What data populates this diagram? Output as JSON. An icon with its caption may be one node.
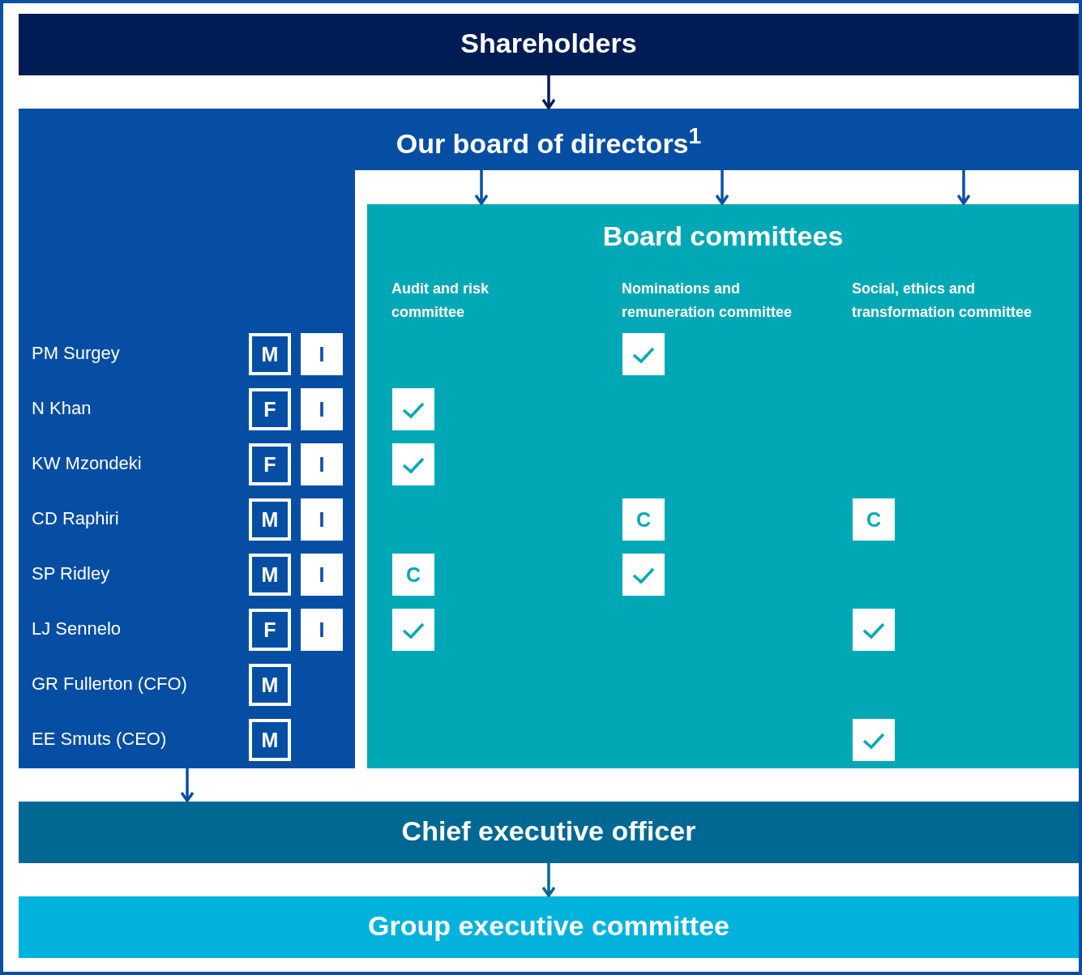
{
  "diagram": {
    "nodes": [
      {
        "text": [
          "Shareholders"
        ]
      },
      {
        "text": [
          "Our board of directors$^{1}$"
        ]
      },
      {
        "text": [
          "Board committees"
        ]
      },
      {
        "text": [
          "Chief executive officer"
        ]
      },
      {
        "text": [
          "Group executive committee"
        ]
      }
    ],
    "edges": [
      {
        "from": 0,
        "to": 1,
        "arrow": "to",
        "color": "#001c54"
      },
      {
        "from": 1,
        "to": 2,
        "arrow": "to"
      },
      {
        "from": 1,
        "to": 2,
        "arrow": "to"
      },
      {
        "from": 1,
        "to": 2,
        "arrow": "to"
      },
      {
        "from": 1,
        "to": 3,
        "arrow": "to"
      },
      {
        "from": 3,
        "to": 4,
        "arrow": "to",
        "color": "#006892"
      }
    ],
    "labels": [
      "Audit and risk committee",
      "Nominations and remuneration committee",
      "Social, ethics and transformation committee",
      "PM Surgey",
      "M",
      "I",
      "N Khan",
      "F",
      "I",
      "KW Mzondeki",
      "F",
      "I",
      "CD Raphiri",
      "M",
      "I",
      "C",
      "C",
      "SP Ridley",
      "M",
      "I",
      "C",
      "LJ Sennelo",
      "F",
      "I",
      "GR Fullerton (CFO)",
      "M",
      "EE Smuts (CEO)",
      "M"
    ]
  }
}
